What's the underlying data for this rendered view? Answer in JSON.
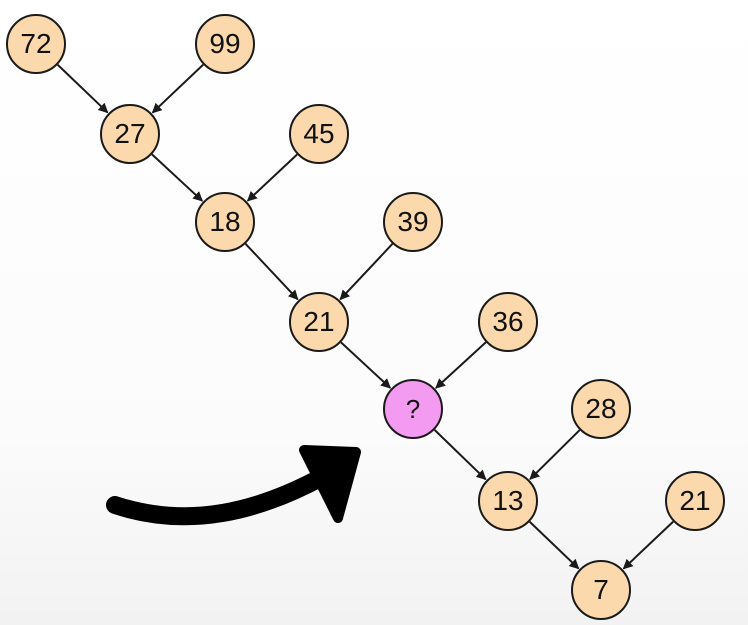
{
  "diagram": {
    "nodes": [
      {
        "id": "n72",
        "label": "72"
      },
      {
        "id": "n99",
        "label": "99"
      },
      {
        "id": "n27",
        "label": "27"
      },
      {
        "id": "n45",
        "label": "45"
      },
      {
        "id": "n18",
        "label": "18"
      },
      {
        "id": "n39",
        "label": "39"
      },
      {
        "id": "n21a",
        "label": "21"
      },
      {
        "id": "n36",
        "label": "36"
      },
      {
        "id": "nq",
        "label": "?"
      },
      {
        "id": "n28",
        "label": "28"
      },
      {
        "id": "n13",
        "label": "13"
      },
      {
        "id": "n21b",
        "label": "21"
      },
      {
        "id": "n7",
        "label": "7"
      }
    ],
    "edges": [
      [
        "n72",
        "n27"
      ],
      [
        "n99",
        "n27"
      ],
      [
        "n27",
        "n18"
      ],
      [
        "n45",
        "n18"
      ],
      [
        "n18",
        "n21a"
      ],
      [
        "n39",
        "n21a"
      ],
      [
        "n21a",
        "nq"
      ],
      [
        "n36",
        "nq"
      ],
      [
        "nq",
        "n13"
      ],
      [
        "n28",
        "n13"
      ],
      [
        "n13",
        "n7"
      ],
      [
        "n21b",
        "n7"
      ]
    ],
    "colors": {
      "node_fill": "#fbd9ad",
      "unknown_fill": "#f39bf0",
      "stroke": "#1a1a1a",
      "pointer_arrow": "#000000"
    }
  }
}
